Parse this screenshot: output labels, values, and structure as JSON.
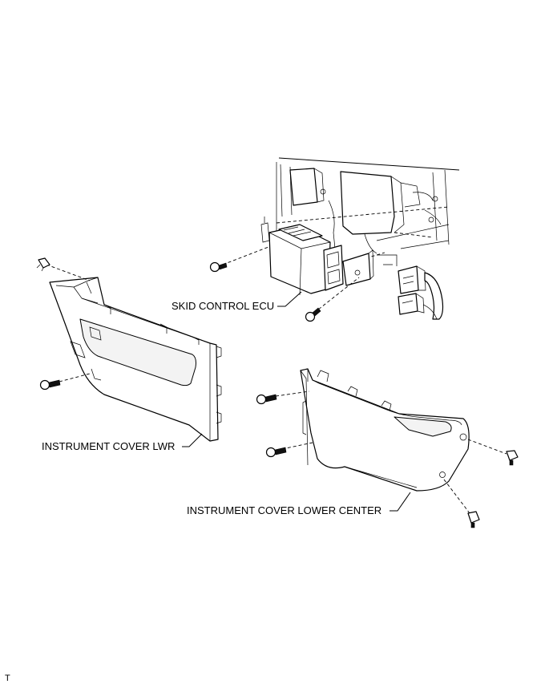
{
  "labels": {
    "skid_ecu": "SKID CONTROL ECU",
    "cover_lwr": "INSTRUMENT COVER LWR",
    "cover_lower_center": "INSTRUMENT COVER LOWER CENTER"
  },
  "figure_code": "T"
}
